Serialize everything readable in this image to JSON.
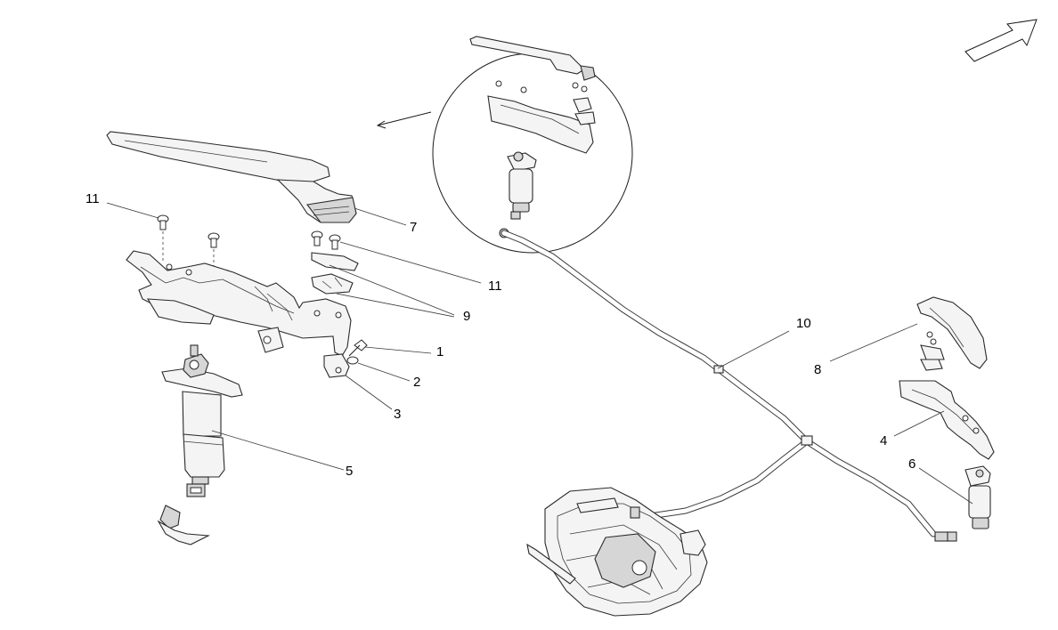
{
  "diagram": {
    "callouts": [
      {
        "id": "c11a",
        "text": "11"
      },
      {
        "id": "c7",
        "text": "7"
      },
      {
        "id": "c11b",
        "text": "11"
      },
      {
        "id": "c9",
        "text": "9"
      },
      {
        "id": "c1",
        "text": "1"
      },
      {
        "id": "c2",
        "text": "2"
      },
      {
        "id": "c3",
        "text": "3"
      },
      {
        "id": "c5",
        "text": "5"
      },
      {
        "id": "c10",
        "text": "10"
      },
      {
        "id": "c8",
        "text": "8"
      },
      {
        "id": "c4",
        "text": "4"
      },
      {
        "id": "c6",
        "text": "6"
      }
    ],
    "icons": {
      "direction_arrow": "front-direction-arrow-icon",
      "detail_magnifier": "detail-magnifier-circle"
    },
    "colors": {
      "line": "#1a1a1a",
      "part_fill": "#f4f4f4",
      "background": "#ffffff"
    }
  }
}
